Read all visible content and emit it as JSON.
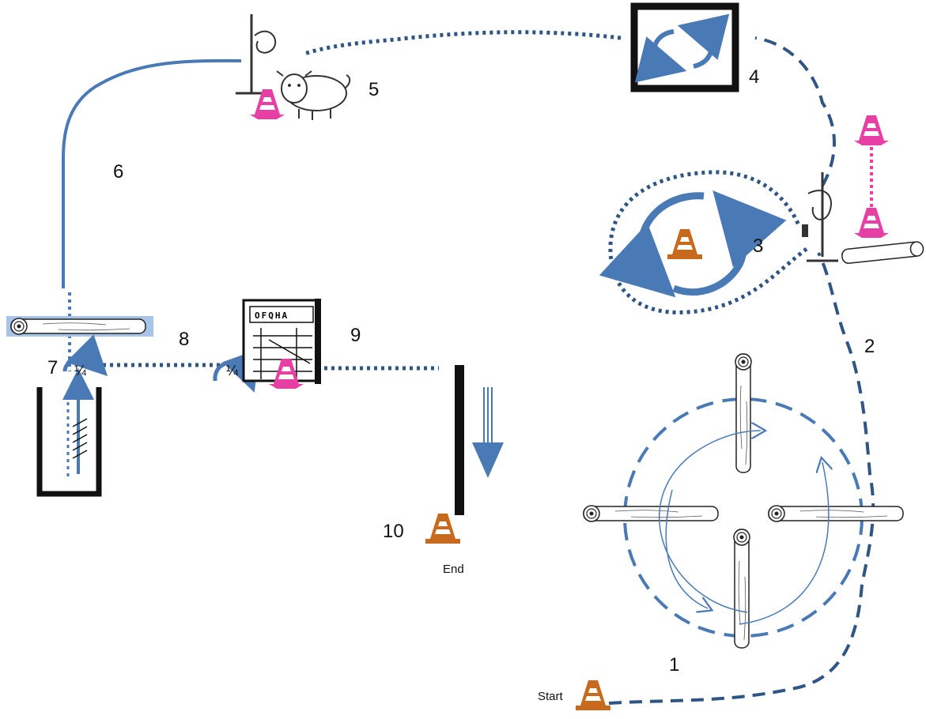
{
  "obstacle_numbers": {
    "n1": "1",
    "n2": "2",
    "n3": "3",
    "n4": "4",
    "n5": "5",
    "n6": "6",
    "n7": "7",
    "n8": "8",
    "n9": "9",
    "n10": "10"
  },
  "markers": {
    "start": "Start",
    "end": "End",
    "quarter_turn_left": "¼",
    "quarter_turn_right": "¼"
  },
  "gate_sign": "OFQHA",
  "colors": {
    "path_blue": "#4a7ab5",
    "path_dark_blue": "#2e5584",
    "pink_cone": "#e83fa5",
    "orange_cone": "#c86a1e",
    "log_highlight": "#a8c4e6",
    "black": "#111111"
  },
  "icons": {
    "cone": "traffic-cone-icon",
    "log": "log-icon",
    "hitch_post": "hitching-post-icon",
    "cow": "cow-icon",
    "gate": "gate-icon",
    "box": "turn-box-icon"
  }
}
